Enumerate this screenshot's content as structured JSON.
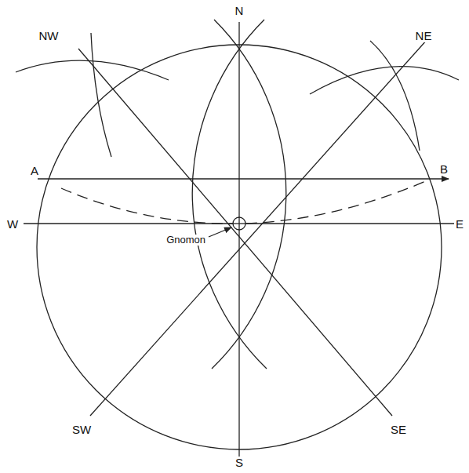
{
  "diagram": {
    "labels": [
      "N",
      "NW",
      "NE",
      "A",
      "B",
      "W",
      "E",
      "Gnomon",
      "SW",
      "SE",
      "S"
    ]
  }
}
